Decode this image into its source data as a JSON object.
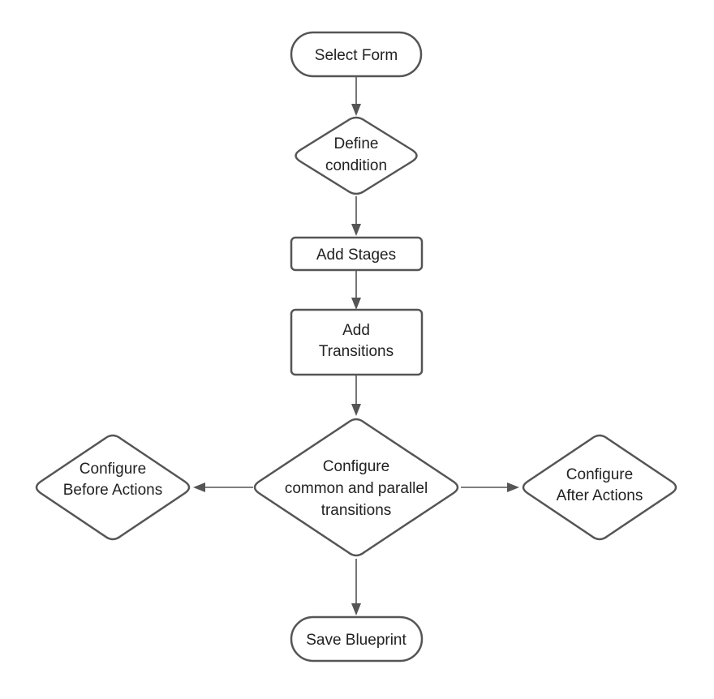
{
  "diagram": {
    "nodes": {
      "select_form": {
        "label": "Select Form"
      },
      "define_condition": {
        "line1": "Define",
        "line2": "condition"
      },
      "add_stages": {
        "label": "Add Stages"
      },
      "add_transitions": {
        "line1": "Add",
        "line2": "Transitions"
      },
      "configure_common": {
        "line1": "Configure",
        "line2": "common and parallel",
        "line3": "transitions"
      },
      "configure_before": {
        "line1": "Configure",
        "line2": "Before Actions"
      },
      "configure_after": {
        "line1": "Configure",
        "line2": "After Actions"
      },
      "save_blueprint": {
        "label": "Save Blueprint"
      }
    },
    "colors": {
      "stroke": "#555555",
      "fill": "#ffffff",
      "text": "#222222"
    }
  }
}
